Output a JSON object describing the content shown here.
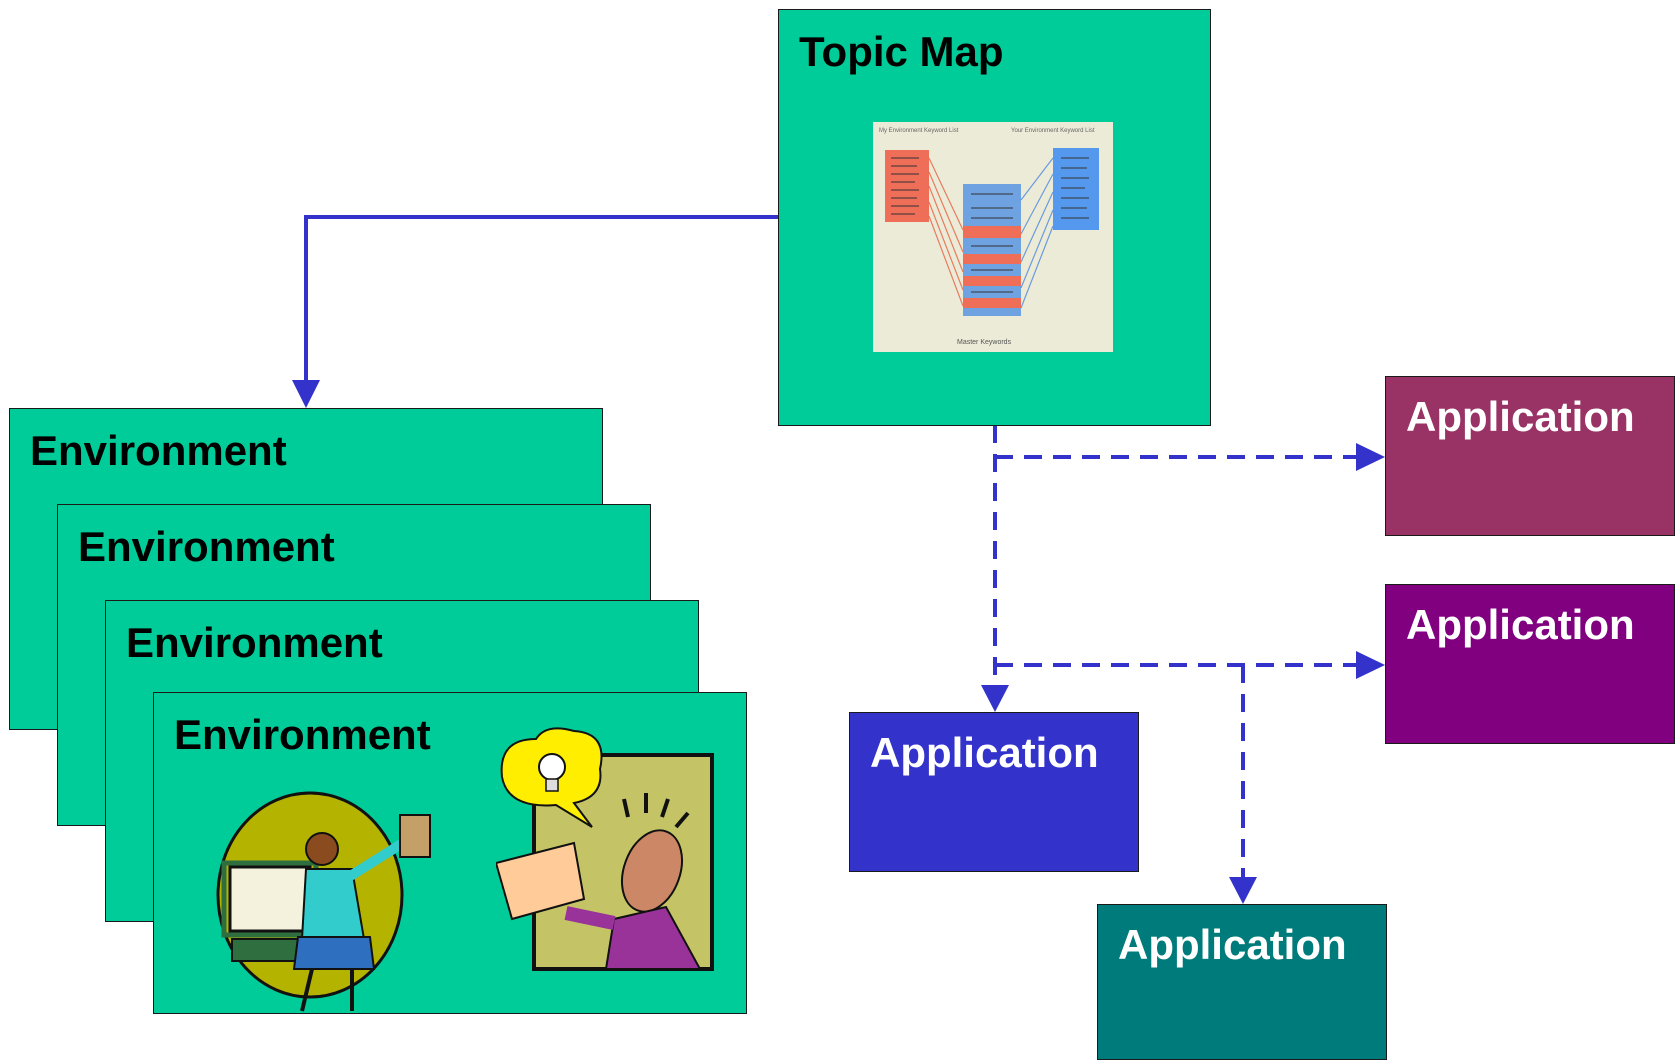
{
  "topic_map": {
    "title": "Topic Map",
    "thumbnail": {
      "left_heading": "My Environment Keyword List",
      "right_heading": "Your Environment Keyword List",
      "bottom_caption": "Master Keywords"
    }
  },
  "environments": [
    {
      "label": "Environment"
    },
    {
      "label": "Environment"
    },
    {
      "label": "Environment"
    },
    {
      "label": "Environment"
    }
  ],
  "applications": [
    {
      "label": "Application",
      "color": "#993366"
    },
    {
      "label": "Application",
      "color": "#800080"
    },
    {
      "label": "Application",
      "color": "#3333cc"
    },
    {
      "label": "Application",
      "color": "#007b7b"
    }
  ],
  "colors": {
    "box_green": "#00cc99",
    "connector": "#3333cc"
  }
}
